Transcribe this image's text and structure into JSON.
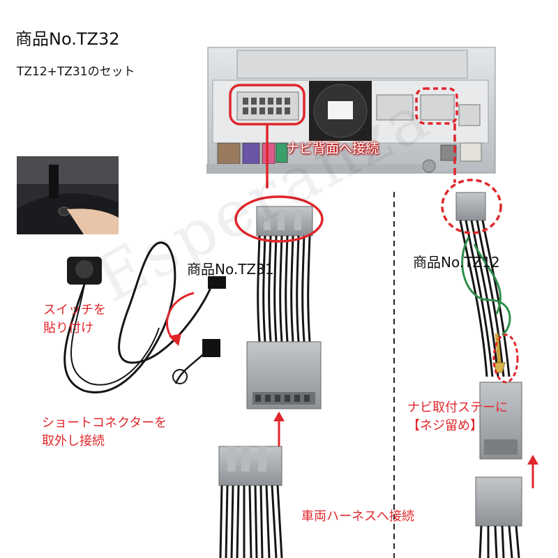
{
  "header": {
    "title": "商品No.TZ32",
    "subtitle": "TZ12+TZ31のセット"
  },
  "labels": {
    "navi_back": "ナビ背面へ接続",
    "product_tz31": "商品No.TZ31",
    "product_tz12": "商品No.TZ12",
    "switch_line1": "スイッチを",
    "switch_line2": "貼り付け",
    "short_connector_line1": "ショートコネクターを",
    "short_connector_line2": "取外し接続",
    "navi_stay_line1": "ナビ取付ステーに",
    "navi_stay_line2": "【ネジ留め】",
    "vehicle_harness": "車両ハーネスへ接続"
  },
  "watermark": "Esperanza",
  "colors": {
    "accent_red": "#e0262b",
    "unit_silver": "#c9ccd0",
    "connector_gray": "#a8acb0",
    "wire_black": "#151515",
    "wire_green": "#2f8f4a"
  }
}
